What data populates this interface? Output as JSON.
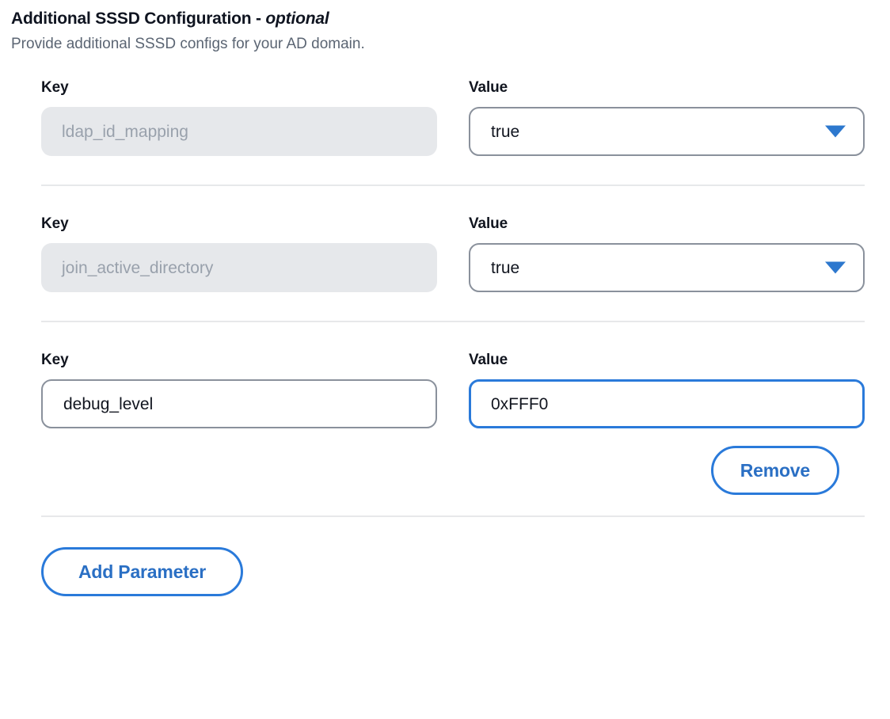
{
  "section": {
    "title_main": "Additional SSSD Configuration - ",
    "title_optional": "optional",
    "subtitle": "Provide additional SSSD configs for your AD domain."
  },
  "labels": {
    "key": "Key",
    "value": "Value"
  },
  "rows": [
    {
      "key_label": "Key",
      "key_value": "ldap_id_mapping",
      "key_state": "disabled",
      "value_label": "Value",
      "value_value": "true",
      "value_control": "select",
      "value_state": "default",
      "caret_icon": "chevron-down-icon"
    },
    {
      "key_label": "Key",
      "key_value": "join_active_directory",
      "key_state": "disabled",
      "value_label": "Value",
      "value_value": "true",
      "value_control": "select",
      "value_state": "default",
      "caret_icon": "chevron-down-icon"
    },
    {
      "key_label": "Key",
      "key_value": "debug_level",
      "key_state": "editable",
      "value_label": "Value",
      "value_value": "0xFFF0",
      "value_control": "input",
      "value_state": "focused"
    }
  ],
  "buttons": {
    "remove": "Remove",
    "add_parameter": "Add Parameter"
  },
  "colors": {
    "accent_blue": "#2a7ada",
    "accent_blue_text": "#2a6fc4",
    "caret_blue": "#2d78ce",
    "border_gray": "#8a919c",
    "disabled_bg": "#e6e8eb",
    "disabled_text": "#99a1ac",
    "divider": "#e7e8ea",
    "title_text": "#0f1420",
    "subtitle_text": "#5b6573"
  }
}
